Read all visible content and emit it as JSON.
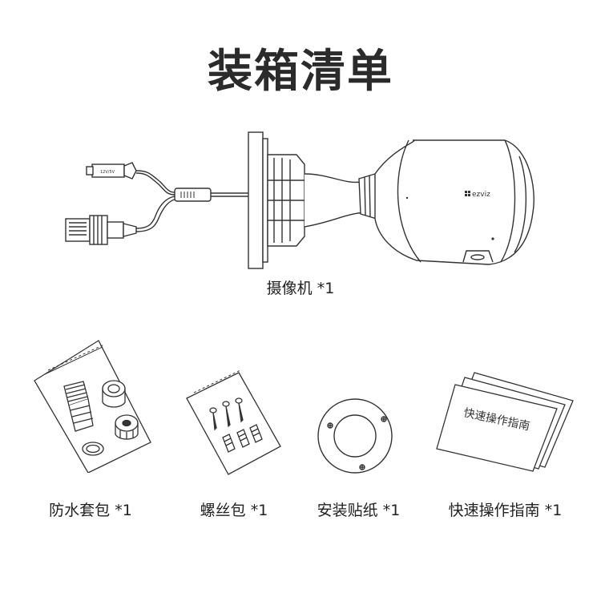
{
  "title": "装箱清单",
  "camera": {
    "caption": "摄像机 *1",
    "logo_text": "ezviz",
    "connector_label": "12V/5V"
  },
  "items": [
    {
      "caption": "防水套包 *1"
    },
    {
      "caption": "螺丝包 *1"
    },
    {
      "caption": "安装贴纸 *1"
    },
    {
      "caption": "快速操作指南 *1",
      "booklet_text": "快速操作指南"
    }
  ]
}
